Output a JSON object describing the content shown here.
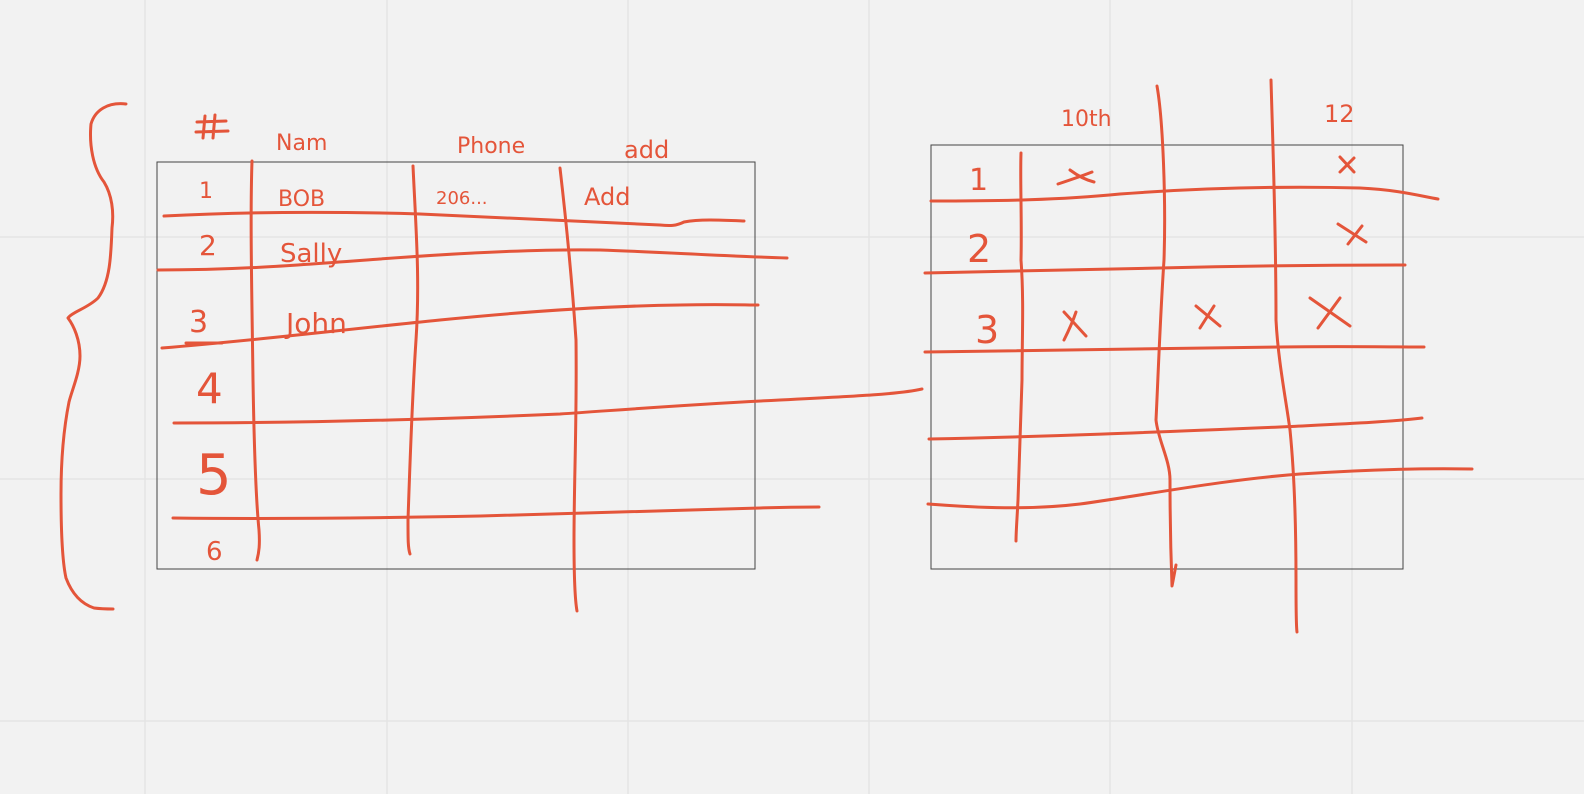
{
  "ink_color": "#e4553a",
  "grid_color": "#e3e3e3",
  "canvas_color": "#f2f2f2",
  "left_table": {
    "headers": [
      "#",
      "Nam",
      "Phone",
      "add"
    ],
    "rows": [
      [
        "1",
        "BOB",
        "206...",
        "Add"
      ],
      [
        "2",
        "Sally",
        "",
        ""
      ],
      [
        "3",
        "John",
        "",
        ""
      ],
      [
        "4",
        "",
        "",
        ""
      ],
      [
        "5",
        "",
        "",
        ""
      ],
      [
        "6",
        "",
        "",
        ""
      ]
    ]
  },
  "right_table": {
    "headers": [
      "",
      "10th",
      "",
      "12"
    ],
    "rows": [
      [
        "1",
        "x",
        "",
        "x"
      ],
      [
        "2",
        "",
        "",
        "x"
      ],
      [
        "3",
        "x",
        "x",
        "x"
      ],
      [
        "",
        "",
        "",
        ""
      ],
      [
        "",
        "",
        "",
        ""
      ]
    ]
  }
}
